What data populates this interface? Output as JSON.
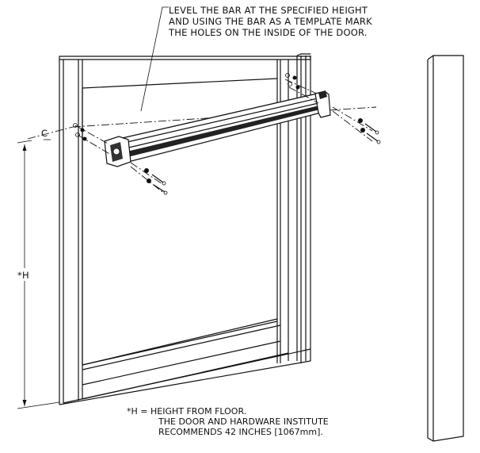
{
  "callout": {
    "line1": "LEVEL THE BAR AT THE SPECIFIED HEIGHT",
    "line2": "AND USING THE BAR AS A TEMPLATE MARK",
    "line3": "THE HOLES ON THE INSIDE OF THE DOOR."
  },
  "centerline_symbol": "C",
  "height_label": "*H",
  "note": {
    "line1": "*H = HEIGHT FROM FLOOR.",
    "line2": "THE DOOR AND HARDWARE INSTITUTE",
    "line3": "RECOMMENDS 42 INCHES [1067mm]."
  }
}
